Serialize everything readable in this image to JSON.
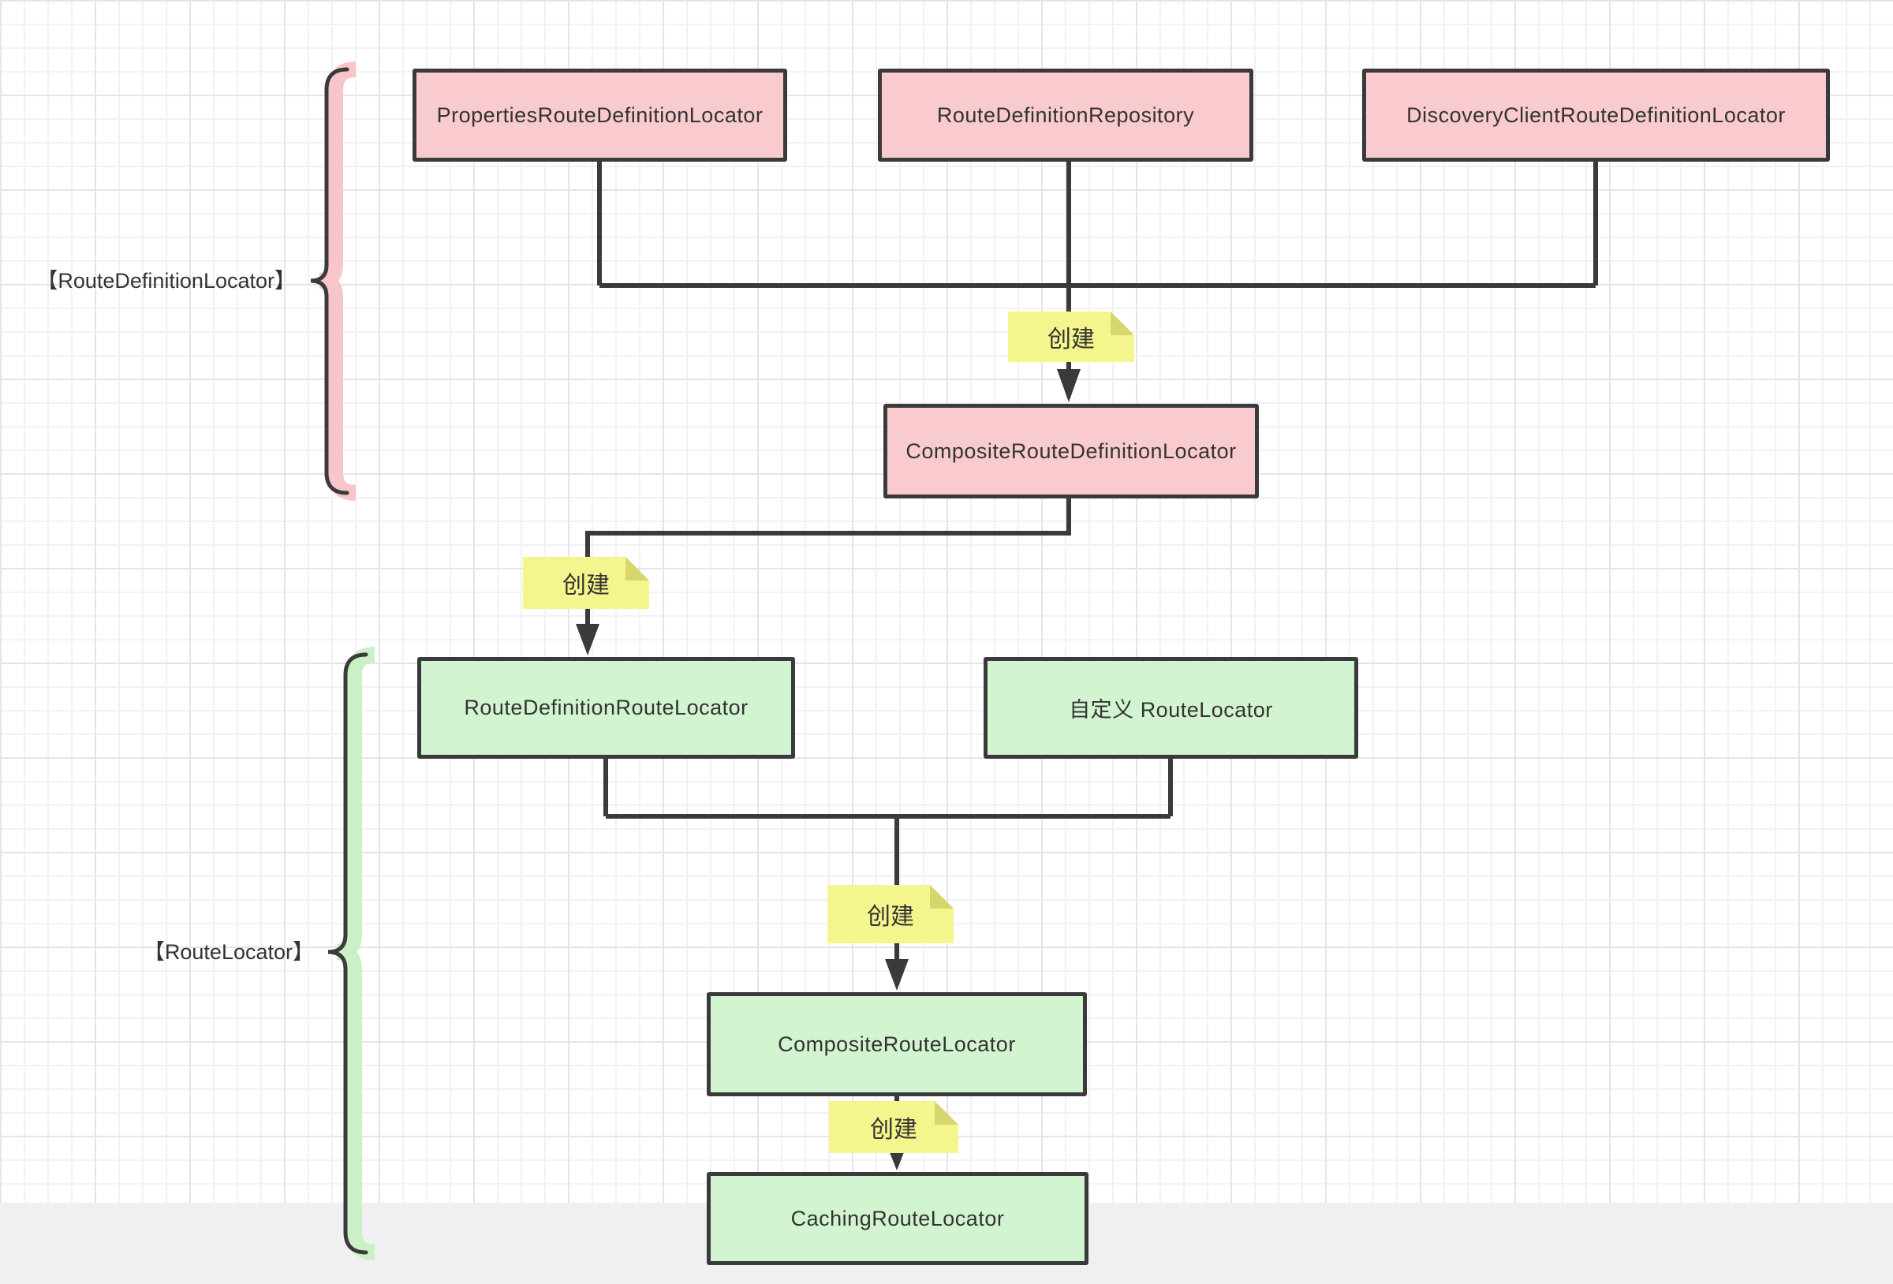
{
  "groups": {
    "route_definition_locator": "【RouteDefinitionLocator】",
    "route_locator": "【RouteLocator】"
  },
  "nodes": {
    "properties": {
      "label": "PropertiesRouteDefinitionLocator"
    },
    "repository": {
      "label": "RouteDefinitionRepository"
    },
    "discovery": {
      "label": "DiscoveryClientRouteDefinitionLocator"
    },
    "composite_definition": {
      "label": "CompositeRouteDefinitionLocator"
    },
    "route_definition_route": {
      "label": "RouteDefinitionRouteLocator"
    },
    "custom_route": {
      "label": "自定义 RouteLocator"
    },
    "composite_route": {
      "label": "CompositeRouteLocator"
    },
    "caching_route": {
      "label": "CachingRouteLocator"
    }
  },
  "notes": {
    "create_1": "创建",
    "create_2": "创建",
    "create_3": "创建",
    "create_4": "创建"
  },
  "colors": {
    "line": "#3a3a3a",
    "node_pink": "#f9cbce",
    "node_green": "#d2f4d0",
    "note_yellow": "#f5f58d",
    "note_fold": "#d6d66e",
    "brace_pink": "#f8c5c9",
    "brace_green": "#c9f0c6"
  }
}
